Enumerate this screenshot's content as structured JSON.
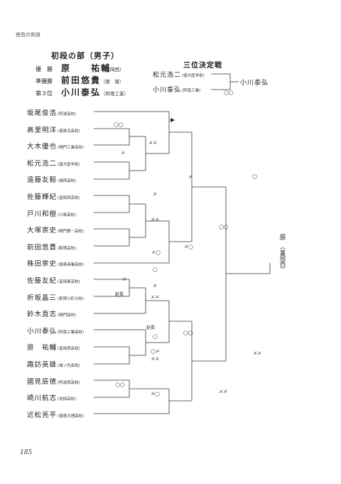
{
  "header": {
    "text": "徳島の剣道"
  },
  "section_title": "初段の部（男子）",
  "results": [
    {
      "label": "優　勝",
      "name": "原　　祐輔",
      "school": "（富岡西）"
    },
    {
      "label": "準優勝",
      "name": "前田悠貴",
      "school": "（那　賀）"
    },
    {
      "label": "第３位",
      "name": "小川泰弘",
      "school": "（阿南工業）"
    }
  ],
  "third_place": {
    "title": "三位決定戦",
    "players": [
      {
        "name": "松元浩二",
        "school": "(徳大医学部)"
      },
      {
        "name": "小川泰弘",
        "school": "(阿南工業)"
      }
    ],
    "winner": "小川泰弘",
    "mark": "◯◯"
  },
  "players": [
    {
      "name": "坂尾俊浩",
      "school": "(阿波高校)"
    },
    {
      "name": "高里明洋",
      "school": "(徳島北高校)"
    },
    {
      "name": "大木優也",
      "school": "(鳴門工業高校)"
    },
    {
      "name": "松元浩二",
      "school": "(徳大医学部)"
    },
    {
      "name": "遠藤友毅",
      "school": "(城西高校)"
    },
    {
      "name": "佐藤輝紀",
      "school": "(富岡西高校)"
    },
    {
      "name": "戸川和樹",
      "school": "(川島高校)"
    },
    {
      "name": "大塚崇史",
      "school": "(鳴門第一高校)"
    },
    {
      "name": "前田悠貴",
      "school": "(那賀高校)"
    },
    {
      "name": "株田崇史",
      "school": "(徳島商業高校)"
    },
    {
      "name": "佐藤友紀",
      "school": "(富岡東高校)"
    },
    {
      "name": "折坂晶三",
      "school": "(那賀川町分校)"
    },
    {
      "name": "鈴木直志",
      "school": "(鳴門高校)"
    },
    {
      "name": "小川泰弘",
      "school": "(阿南工業高校)"
    },
    {
      "name": "原　祐輔",
      "school": "(富岡西高校)"
    },
    {
      "name": "諏訪英雄",
      "school": "(城ノ内高校)"
    },
    {
      "name": "國見辰徳",
      "school": "(阿波西高校)"
    },
    {
      "name": "崎川航志",
      "school": "(池田高校)"
    },
    {
      "name": "近松亮平",
      "school": "(徳島文理高校)"
    }
  ],
  "champion": {
    "name": "原",
    "school": "（富岡西）"
  },
  "bracket_marks": {
    "m1": "◯◯",
    "m2": "メ",
    "m3": "メメ",
    "m4": "メ",
    "m5": "メ",
    "m6": "メメ",
    "m7": "メ◯",
    "m8": "メ◯",
    "m9": "◯◯",
    "m10": "◯",
    "m11": "メ",
    "m12": "メメ",
    "m13": "◯◯",
    "m14": "◯",
    "m15": "◯メ",
    "m16": "メメ",
    "m17": "◯◯",
    "m18": "メ◯",
    "m19": "メメ",
    "m20": "◯",
    "m21": "メメ",
    "m22": "メ"
  },
  "extension_label_1": "延長",
  "extension_label_2": "延長",
  "page_number": "185"
}
